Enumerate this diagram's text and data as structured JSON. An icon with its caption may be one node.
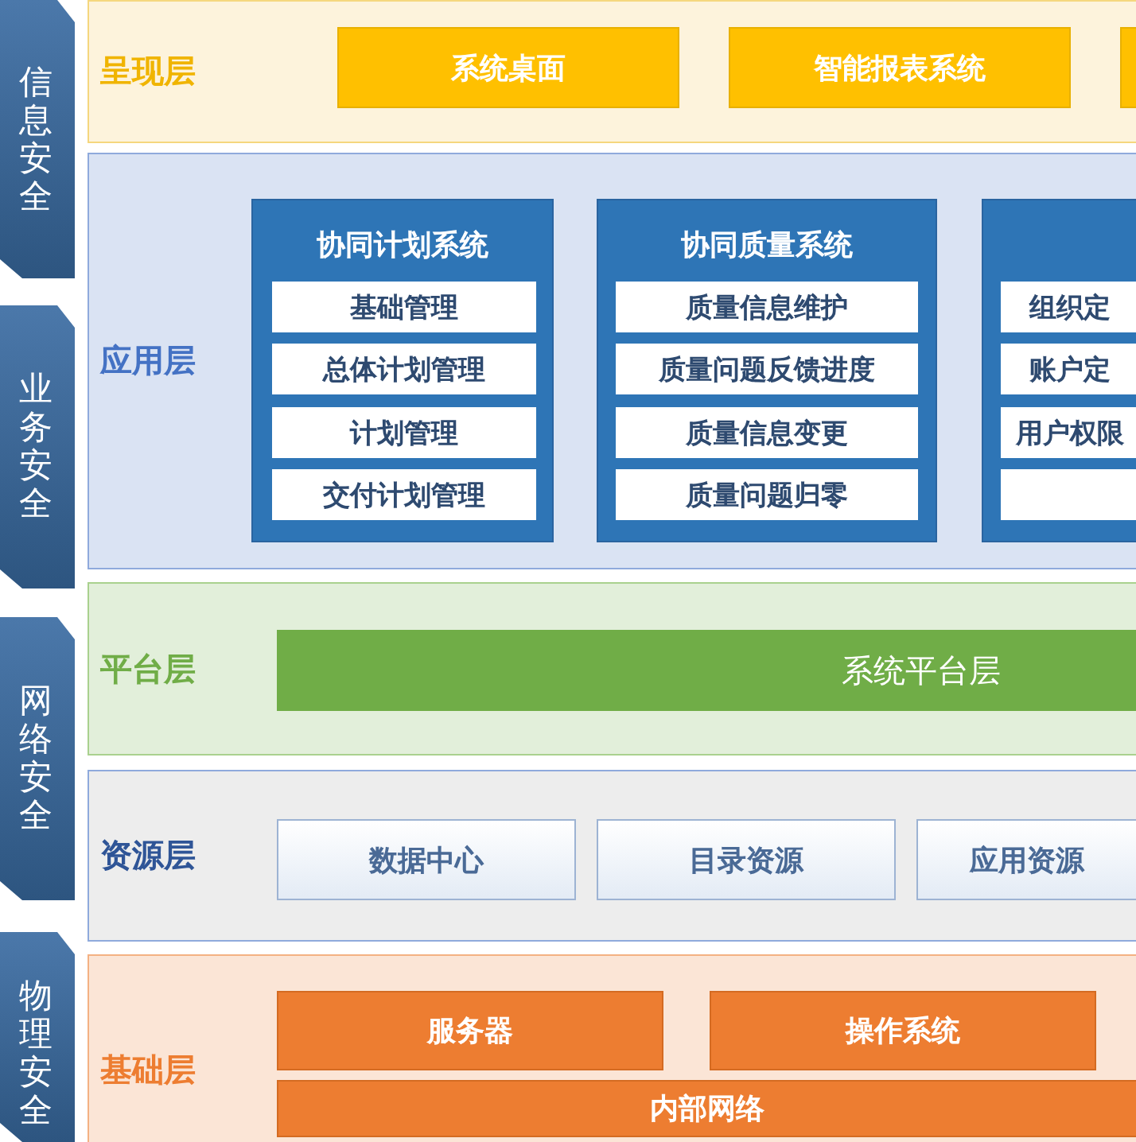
{
  "diagram": {
    "nodes": [
      {
        "text": [
          "信息安全"
        ]
      },
      {
        "text": [
          "业务安全"
        ]
      },
      {
        "text": [
          "网络安全"
        ]
      },
      {
        "text": [
          "物理安全"
        ]
      },
      {
        "text": [
          "呈现层"
        ]
      },
      {
        "text": [
          "系统桌面"
        ],
        "in": 4
      },
      {
        "text": [
          "智能报表系统"
        ],
        "in": 4
      },
      {
        "text": [],
        "shape": "box",
        "in": 4
      },
      {
        "text": [
          "应用层"
        ]
      },
      {
        "text": [
          "协同计划系统"
        ],
        "in": 8
      },
      {
        "text": [
          "基础管理"
        ],
        "in": 9
      },
      {
        "text": [
          "总体计划管理"
        ],
        "in": 9
      },
      {
        "text": [
          "计划管理"
        ],
        "in": 9
      },
      {
        "text": [
          "交付计划管理"
        ],
        "in": 9
      },
      {
        "text": [
          "协同质量系统"
        ],
        "in": 8
      },
      {
        "text": [
          "质量信息维护"
        ],
        "in": 14
      },
      {
        "text": [
          "质量问题反馈进度"
        ],
        "in": 14
      },
      {
        "text": [
          "质量信息变更"
        ],
        "in": 14
      },
      {
        "text": [
          "质量问题归零"
        ],
        "in": 14
      },
      {
        "text": [],
        "shape": "box",
        "in": 8
      },
      {
        "text": [
          "组织定"
        ],
        "in": 19
      },
      {
        "text": [
          "账户定"
        ],
        "in": 19
      },
      {
        "text": [
          "用户权限"
        ],
        "in": 19
      },
      {
        "text": [],
        "shape": "box",
        "in": 19
      },
      {
        "text": [
          "平台层"
        ]
      },
      {
        "text": [
          "系统平台层"
        ],
        "in": 24
      },
      {
        "text": [
          "资源层"
        ]
      },
      {
        "text": [
          "数据中心"
        ],
        "in": 26
      },
      {
        "text": [
          "目录资源"
        ],
        "in": 26
      },
      {
        "text": [
          "应用资源"
        ],
        "in": 26
      },
      {
        "text": [
          "基础层"
        ]
      },
      {
        "text": [
          "服务器"
        ],
        "in": 30
      },
      {
        "text": [
          "操作系统"
        ],
        "in": 30
      },
      {
        "text": [
          "内部网络"
        ],
        "in": 30
      }
    ]
  }
}
